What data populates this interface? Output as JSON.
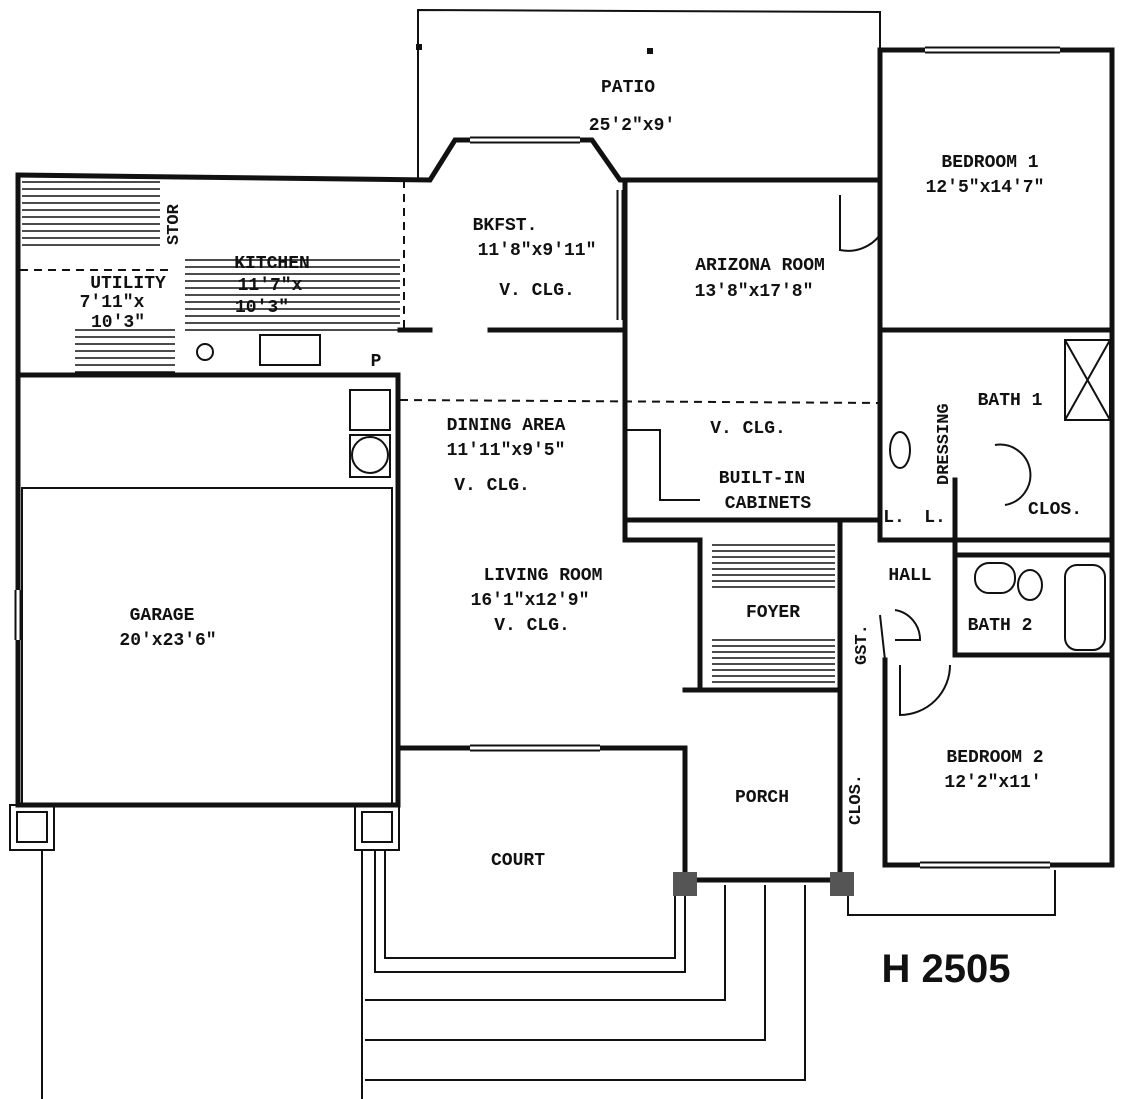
{
  "title": "H 2505",
  "rooms": {
    "patio": {
      "name": "PATIO",
      "size": "25'2\"x9'"
    },
    "bedroom1": {
      "name": "BEDROOM 1",
      "size": "12'5\"x14'7\""
    },
    "bkfst": {
      "name": "BKFST.",
      "size": "11'8\"x9'11\"",
      "ceiling": "V. CLG."
    },
    "arizona": {
      "name": "ARIZONA ROOM",
      "size": "13'8\"x17'8\"",
      "ceiling": "V. CLG."
    },
    "kitchen": {
      "name": "KITCHEN",
      "size1": "11'7\"x",
      "size2": "10'3\""
    },
    "utility": {
      "name": "UTILITY",
      "size1": "7'11\"x",
      "size2": "10'3\""
    },
    "stor": {
      "name": "STOR"
    },
    "pantry": {
      "name": "P"
    },
    "dining": {
      "name": "DINING AREA",
      "size": "11'11\"x9'5\"",
      "ceiling": "V. CLG."
    },
    "cabinets": {
      "line1": "BUILT-IN",
      "line2": "CABINETS"
    },
    "dressing": {
      "name": "DRESSING"
    },
    "bath1": {
      "name": "BATH 1"
    },
    "clos1": {
      "name": "CLOS."
    },
    "linen1": {
      "name": "L."
    },
    "linen2": {
      "name": "L."
    },
    "hall": {
      "name": "HALL"
    },
    "foyer": {
      "name": "FOYER"
    },
    "gst": {
      "name": "GST."
    },
    "bath2": {
      "name": "BATH 2"
    },
    "garage": {
      "name": "GARAGE",
      "size": "20'x23'6\""
    },
    "living": {
      "name": "LIVING ROOM",
      "size": "16'1\"x12'9\"",
      "ceiling": "V. CLG."
    },
    "bedroom2": {
      "name": "BEDROOM 2",
      "size": "12'2\"x11'"
    },
    "porch": {
      "name": "PORCH"
    },
    "court": {
      "name": "COURT"
    },
    "clos2": {
      "name": "CLOS."
    }
  }
}
